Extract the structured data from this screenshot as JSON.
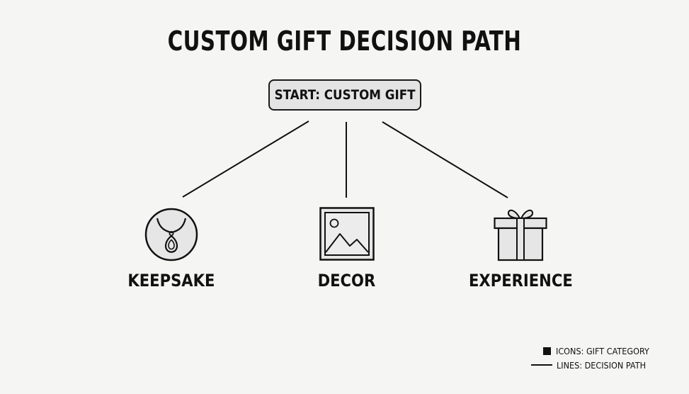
{
  "title": "CUSTOM GIFT DECISION PATH",
  "start_node": {
    "label": "START: CUSTOM GIFT"
  },
  "categories": [
    {
      "label": "KEEPSAKE",
      "icon": "pendant-necklace-icon"
    },
    {
      "label": "DECOR",
      "icon": "framed-picture-icon"
    },
    {
      "label": "EXPERIENCE",
      "icon": "gift-box-icon"
    }
  ],
  "legend": {
    "icons_label": "ICONS: GIFT CATEGORY",
    "lines_label": "LINES: DECISION PATH"
  }
}
